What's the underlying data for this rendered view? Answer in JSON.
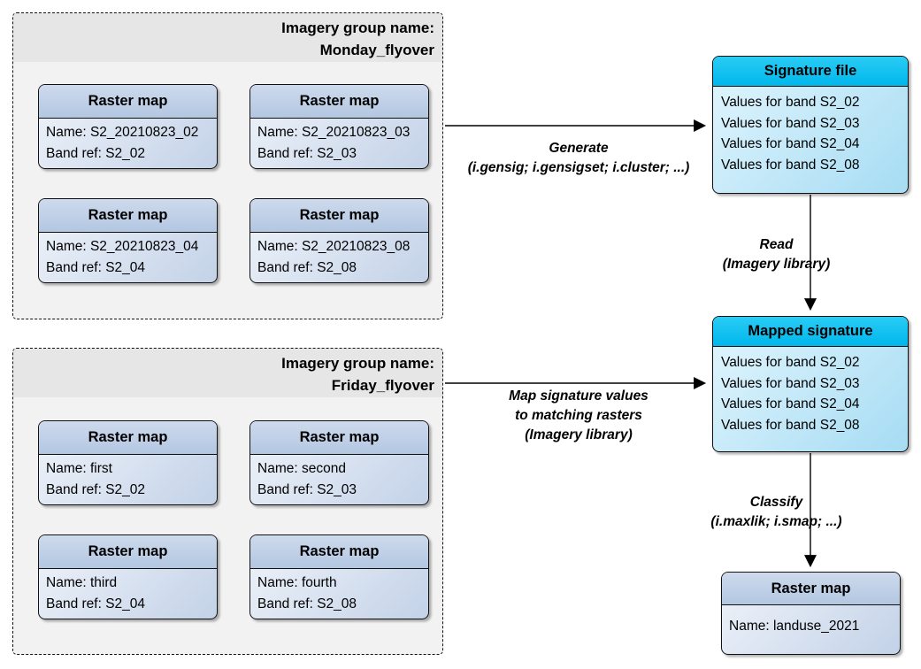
{
  "diagram": {
    "groups": [
      {
        "title_line1": "Imagery group name:",
        "title_line2": "Monday_flyover",
        "rasters": [
          {
            "title": "Raster map",
            "name": "Name: S2_20210823_02",
            "band": "Band ref: S2_02"
          },
          {
            "title": "Raster map",
            "name": "Name: S2_20210823_03",
            "band": "Band ref: S2_03"
          },
          {
            "title": "Raster map",
            "name": "Name: S2_20210823_04",
            "band": "Band ref: S2_04"
          },
          {
            "title": "Raster map",
            "name": "Name: S2_20210823_08",
            "band": "Band ref: S2_08"
          }
        ]
      },
      {
        "title_line1": "Imagery group name:",
        "title_line2": "Friday_flyover",
        "rasters": [
          {
            "title": "Raster map",
            "name": "Name: first",
            "band": "Band ref: S2_02"
          },
          {
            "title": "Raster map",
            "name": "Name: second",
            "band": "Band ref: S2_03"
          },
          {
            "title": "Raster map",
            "name": "Name: third",
            "band": "Band ref: S2_04"
          },
          {
            "title": "Raster map",
            "name": "Name: fourth",
            "band": "Band ref: S2_08"
          }
        ]
      }
    ],
    "signature_file": {
      "title": "Signature file",
      "rows": [
        "Values for band S2_02",
        "Values for band S2_03",
        "Values for band S2_04",
        "Values for band S2_08"
      ]
    },
    "mapped_signature": {
      "title": "Mapped signature",
      "rows": [
        "Values for band S2_02",
        "Values for band S2_03",
        "Values for band S2_04",
        "Values for band S2_08"
      ]
    },
    "output_raster": {
      "title": "Raster map",
      "name": "Name: landuse_2021"
    },
    "edges": {
      "generate": {
        "line1": "Generate",
        "line2": "(i.gensig; i.gensigset; i.cluster; ...)"
      },
      "read": {
        "line1": "Read",
        "line2": "(Imagery library)"
      },
      "map_values": {
        "line1": "Map signature values",
        "line2": "to matching rasters",
        "line3": "(Imagery library)"
      },
      "classify": {
        "line1": "Classify",
        "line2": "(i.maxlik; i.smap; ...)"
      }
    },
    "colors": {
      "cyan_header": "#00bff0",
      "blue_header": "#bfd1e8",
      "group_body_bg": "#f2f2f2",
      "group_header_bg": "#e6e6e6",
      "arrow": "#000000"
    }
  }
}
